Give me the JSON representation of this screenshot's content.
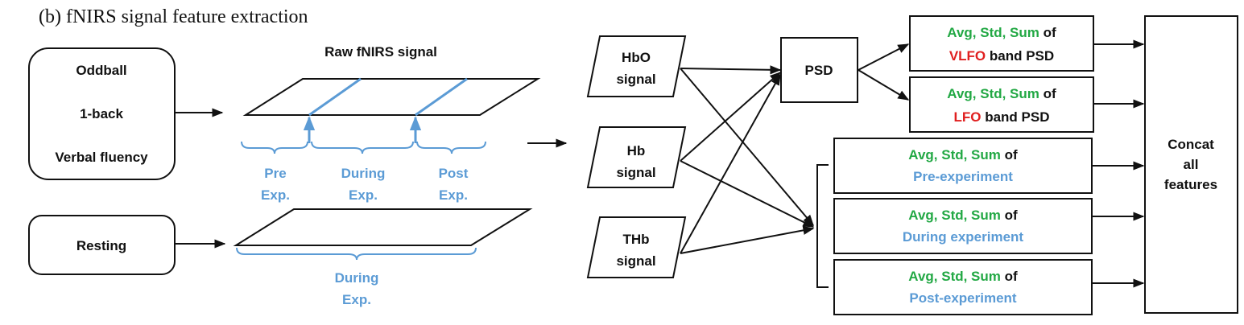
{
  "title": "(b) fNIRS signal feature extraction",
  "colors": {
    "green": "#22a844",
    "red": "#e02020",
    "blue": "#5b9bd5",
    "black": "#111111"
  },
  "tasks": {
    "line1": "Oddball",
    "line2": "1-back",
    "line3": "Verbal fluency"
  },
  "resting": "Resting",
  "raw_signal_label": "Raw fNIRS signal",
  "segments_top": [
    {
      "line1": "Pre",
      "line2": "Exp."
    },
    {
      "line1": "During",
      "line2": "Exp."
    },
    {
      "line1": "Post",
      "line2": "Exp."
    }
  ],
  "segment_bottom": {
    "line1": "During",
    "line2": "Exp."
  },
  "signals": [
    {
      "line1": "HbO",
      "line2": "signal"
    },
    {
      "line1": "Hb",
      "line2": "signal"
    },
    {
      "line1": "THb",
      "line2": "signal"
    }
  ],
  "psd": "PSD",
  "feature_prefix": "Avg, Std, Sum",
  "feature_of": " of",
  "band_boxes": [
    {
      "band": "VLFO",
      "suffix": " band PSD"
    },
    {
      "band": "LFO",
      "suffix": " band PSD"
    }
  ],
  "time_boxes": [
    "Pre-experiment",
    "During experiment",
    "Post-experiment"
  ],
  "concat": {
    "line1": "Concat",
    "line2": "all",
    "line3": "features"
  }
}
